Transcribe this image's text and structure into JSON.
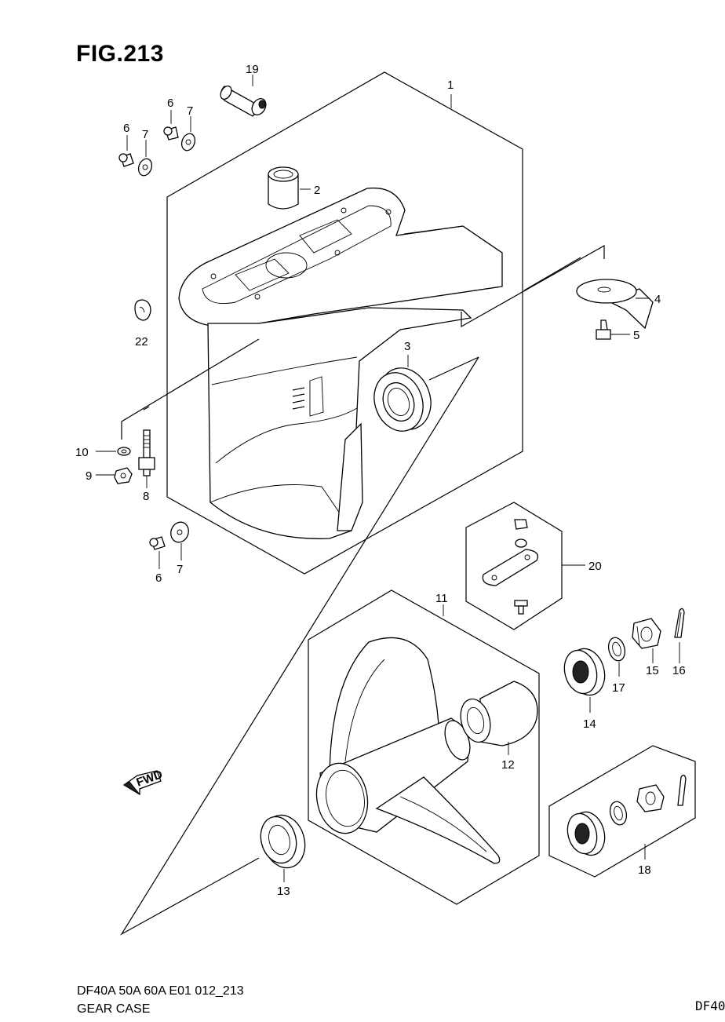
{
  "figure": {
    "title": "FIG.213"
  },
  "callouts": {
    "c1": "1",
    "c2": "2",
    "c3": "3",
    "c4": "4",
    "c5": "5",
    "c6a": "6",
    "c6b": "6",
    "c6c": "6",
    "c7a": "7",
    "c7b": "7",
    "c7c": "7",
    "c8": "8",
    "c9": "9",
    "c10": "10",
    "c11": "11",
    "c12": "12",
    "c13": "13",
    "c14": "14",
    "c15": "15",
    "c16": "16",
    "c17": "17",
    "c18": "18",
    "c19": "19",
    "c20": "20",
    "c22": "22"
  },
  "fwd_label": "FWD",
  "footer": {
    "code": "DF40A 50A 60A E01 012_213",
    "title": "GEAR CASE",
    "model": "DF40"
  }
}
